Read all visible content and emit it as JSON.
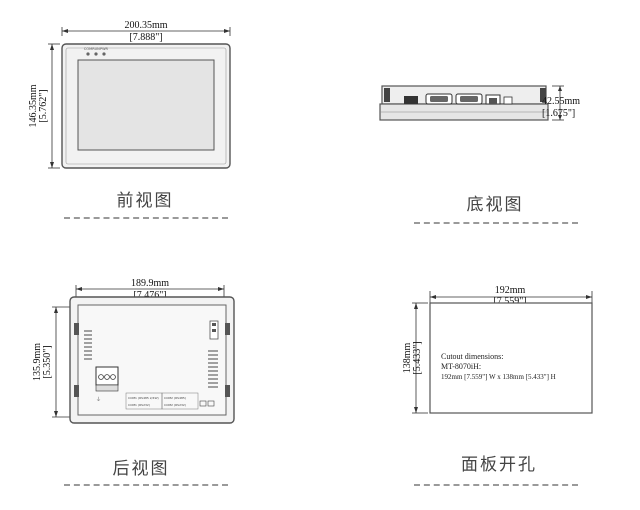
{
  "front": {
    "width_mm": "200.35mm",
    "width_in": "[7.888\"]",
    "height_mm": "146.35mm",
    "height_in": "[5.762\"]",
    "led_labels": [
      "COM",
      "RUN",
      "PWR"
    ],
    "caption": "前视图"
  },
  "bottom": {
    "depth_mm": "42.55mm",
    "depth_in": "[1.675\"]",
    "caption": "底视图"
  },
  "rear": {
    "width_mm": "189.9mm",
    "width_in": "[7.476\"]",
    "height_mm": "135.9mm",
    "height_in": "[5.350\"]",
    "port_labels": [
      "COM1 (RS485 2/4W)",
      "COM1 (RS232)",
      "COM2 (RS485)",
      "COM2 (RS232)"
    ],
    "caption": "后视图"
  },
  "cutout": {
    "width_mm": "192mm",
    "width_in": "[7.559\"]",
    "height_mm": "138mm",
    "height_in": "[5.433\"]",
    "note_title": "Cutout dimensions:",
    "note_model": "MT-8070iH:",
    "note_size": "192mm [7.559\"] W x 138mm [5.433\"] H",
    "caption": "面板开孔"
  }
}
